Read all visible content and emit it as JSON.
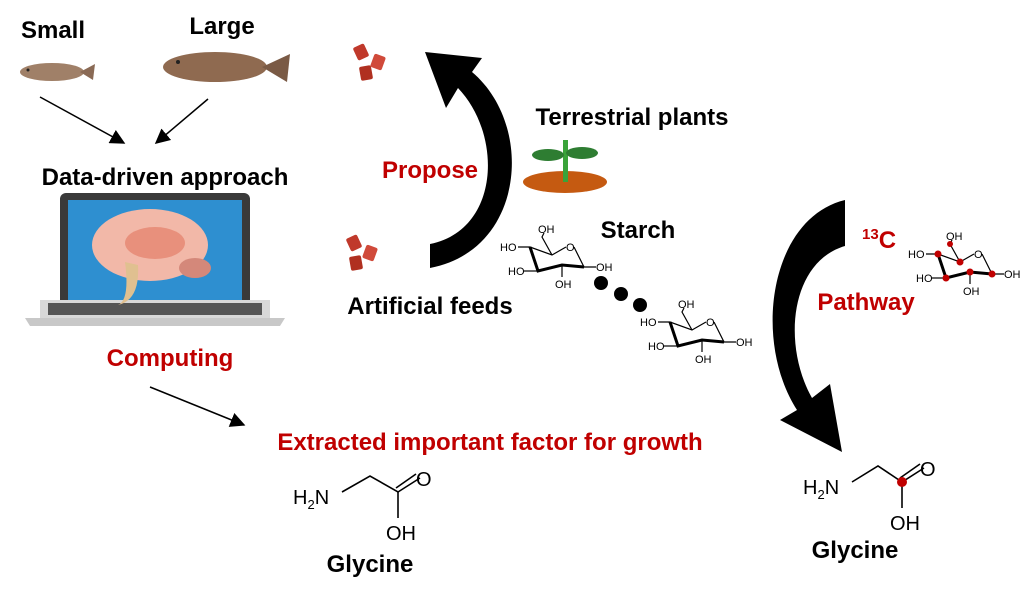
{
  "labels": {
    "small": "Small",
    "large": "Large",
    "data_driven": "Data-driven approach",
    "propose": "Propose",
    "terrestrial": "Terrestrial plants",
    "starch": "Starch",
    "artificial_feeds": "Artificial feeds",
    "computing": "Computing",
    "extracted": "Extracted important factor for growth",
    "glycine_left": "Glycine",
    "glycine_right": "Glycine",
    "pathway": "Pathway",
    "c13_mass": "13",
    "c13_element": "C"
  },
  "chem": {
    "oh": "OH",
    "ho": "HO",
    "o": "O",
    "h2n_h": "H",
    "h2n_sub": "2",
    "h2n_n": "N"
  },
  "colors": {
    "accent_red": "#c00000",
    "screen_blue": "#2e8fd0",
    "plant_green": "#3aa33a",
    "soil": "#c55a11"
  }
}
